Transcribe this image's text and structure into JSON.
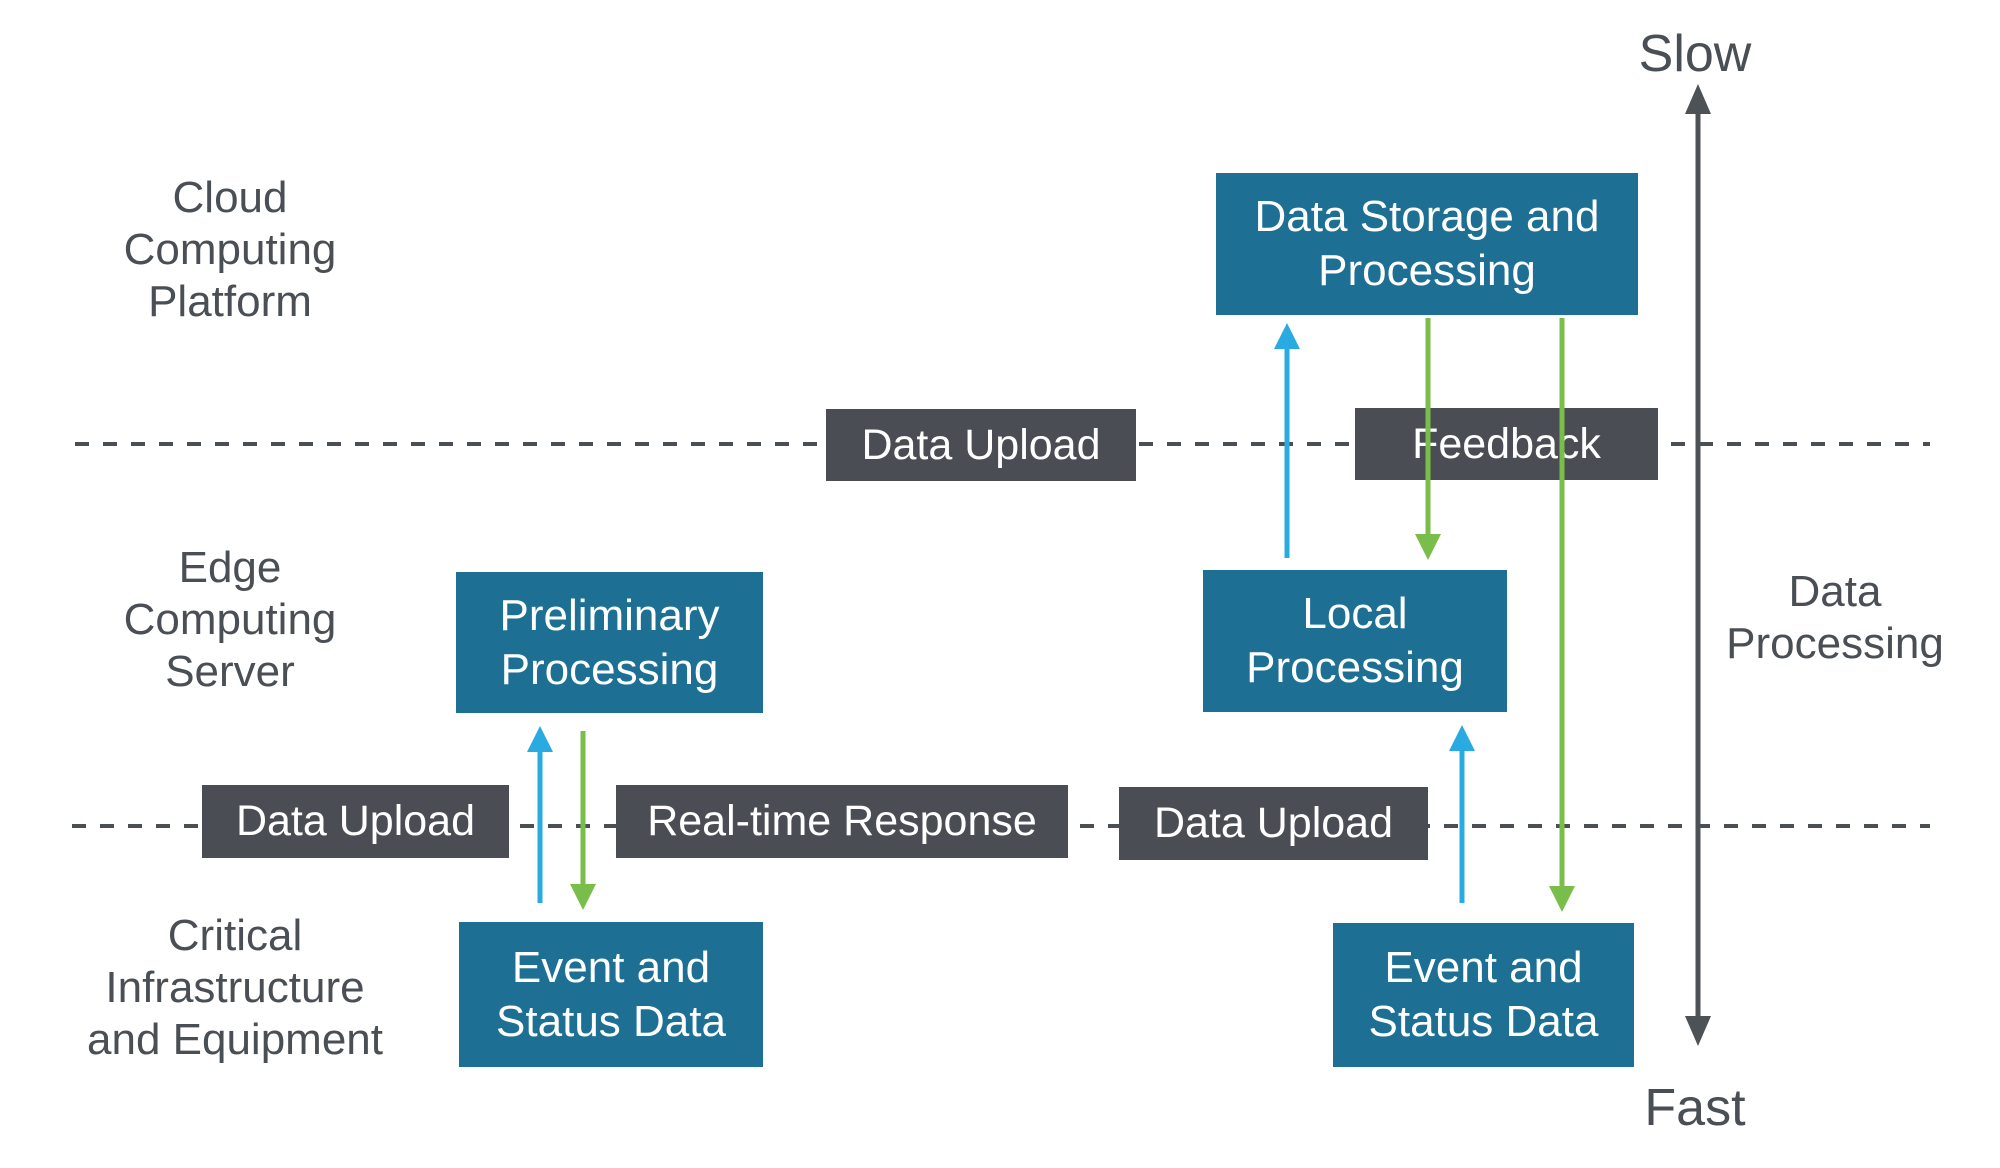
{
  "colors": {
    "box_teal": "#1d6f94",
    "box_dark": "#4a4e54",
    "arrow_blue": "#29abe2",
    "arrow_green": "#79be4b",
    "axis_gray": "#4d5257",
    "text_dark": "#4a4f55",
    "text_white": "#ffffff",
    "background": "#ffffff"
  },
  "layer_labels": [
    {
      "id": "cloud",
      "text": "Cloud\nComputing\nPlatform"
    },
    {
      "id": "edge",
      "text": "Edge\nComputing\nServer"
    },
    {
      "id": "infrastructure",
      "text": "Critical\nInfrastructure\nand Equipment"
    }
  ],
  "process_boxes": [
    {
      "id": "data-storage",
      "text": "Data Storage and\nProcessing"
    },
    {
      "id": "preliminary",
      "text": "Preliminary\nProcessing"
    },
    {
      "id": "local",
      "text": "Local\nProcessing"
    },
    {
      "id": "event-left",
      "text": "Event and\nStatus Data"
    },
    {
      "id": "event-right",
      "text": "Event and\nStatus Data"
    }
  ],
  "flow_labels": [
    {
      "id": "data-upload-top",
      "text": "Data Upload"
    },
    {
      "id": "feedback",
      "text": "Feedback"
    },
    {
      "id": "data-upload-bottom-left",
      "text": "Data Upload"
    },
    {
      "id": "realtime-response",
      "text": "Real-time Response"
    },
    {
      "id": "data-upload-bottom-right",
      "text": "Data Upload"
    }
  ],
  "axis": {
    "top_label": "Slow",
    "bottom_label": "Fast",
    "side_label": "Data\nProcessing"
  },
  "arrows": [
    {
      "name": "upload-arrow-left",
      "color": "blue",
      "direction": "up"
    },
    {
      "name": "response-arrow-left",
      "color": "green",
      "direction": "down"
    },
    {
      "name": "upload-arrow-middle",
      "color": "blue",
      "direction": "up"
    },
    {
      "name": "feedback-arrow-to-local",
      "color": "green",
      "direction": "down"
    },
    {
      "name": "upload-arrow-right",
      "color": "blue",
      "direction": "up"
    },
    {
      "name": "feedback-arrow-to-equipment",
      "color": "green",
      "direction": "down"
    },
    {
      "name": "data-processing-axis",
      "color": "dark-gray",
      "direction": "both"
    }
  ]
}
